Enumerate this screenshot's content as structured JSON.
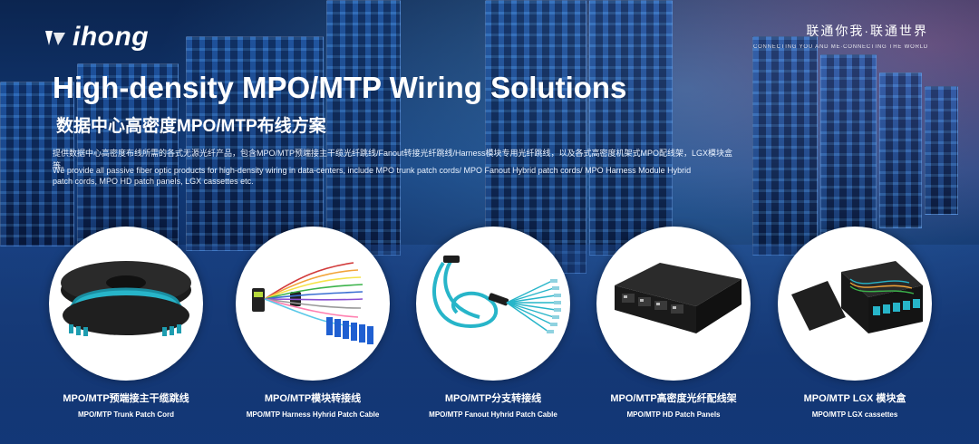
{
  "brand": {
    "logo_text": "ihong"
  },
  "slogan": {
    "cn": "联通你我·联通世界",
    "en": "CONNECTING YOU AND ME·CONNECTING THE WORLD"
  },
  "hero": {
    "title_en": "High-density MPO/MTP Wiring Solutions",
    "title_cn": "数据中心高密度MPO/MTP布线方案",
    "desc_cn": "提供数据中心高密度布线所需的各式无源光纤产品，包含MPO/MTP预端接主干缆光纤跳线/Fanout转接光纤跳线/Harness模块专用光纤跳线，以及各式高密度机架式MPO配线架，LGX模块盒等。",
    "desc_en": "We provide all passive fiber optic products for high-density wiring in data-centers, include MPO trunk patch cords/ MPO Fanout Hybrid patch cords/ MPO Harness Module Hybrid patch cords, MPO HD patch panels, LGX cassettes etc."
  },
  "products": [
    {
      "cn": "MPO/MTP预端接主干缆跳线",
      "en": "MPO/MTP Trunk Patch Cord",
      "icon": "fiber-reel-icon"
    },
    {
      "cn": "MPO/MTP模块转接线",
      "en": "MPO/MTP Harness Hyhrid Patch Cable",
      "icon": "harness-cable-icon"
    },
    {
      "cn": "MPO/MTP分支转接线",
      "en": "MPO/MTP Fanout Hyhrid Patch Cable",
      "icon": "fanout-cable-icon"
    },
    {
      "cn": "MPO/MTP高密度光纤配线架",
      "en": "MPO/MTP HD Patch Panels",
      "icon": "patch-panel-icon"
    },
    {
      "cn": "MPO/MTP LGX 模块盒",
      "en": "MPO/MTP LGX cassettes",
      "icon": "lgx-cassette-icon"
    }
  ],
  "colors": {
    "aqua": "#27b5c9",
    "cable_blue": "#1f5fd1",
    "text": "#ffffff"
  }
}
